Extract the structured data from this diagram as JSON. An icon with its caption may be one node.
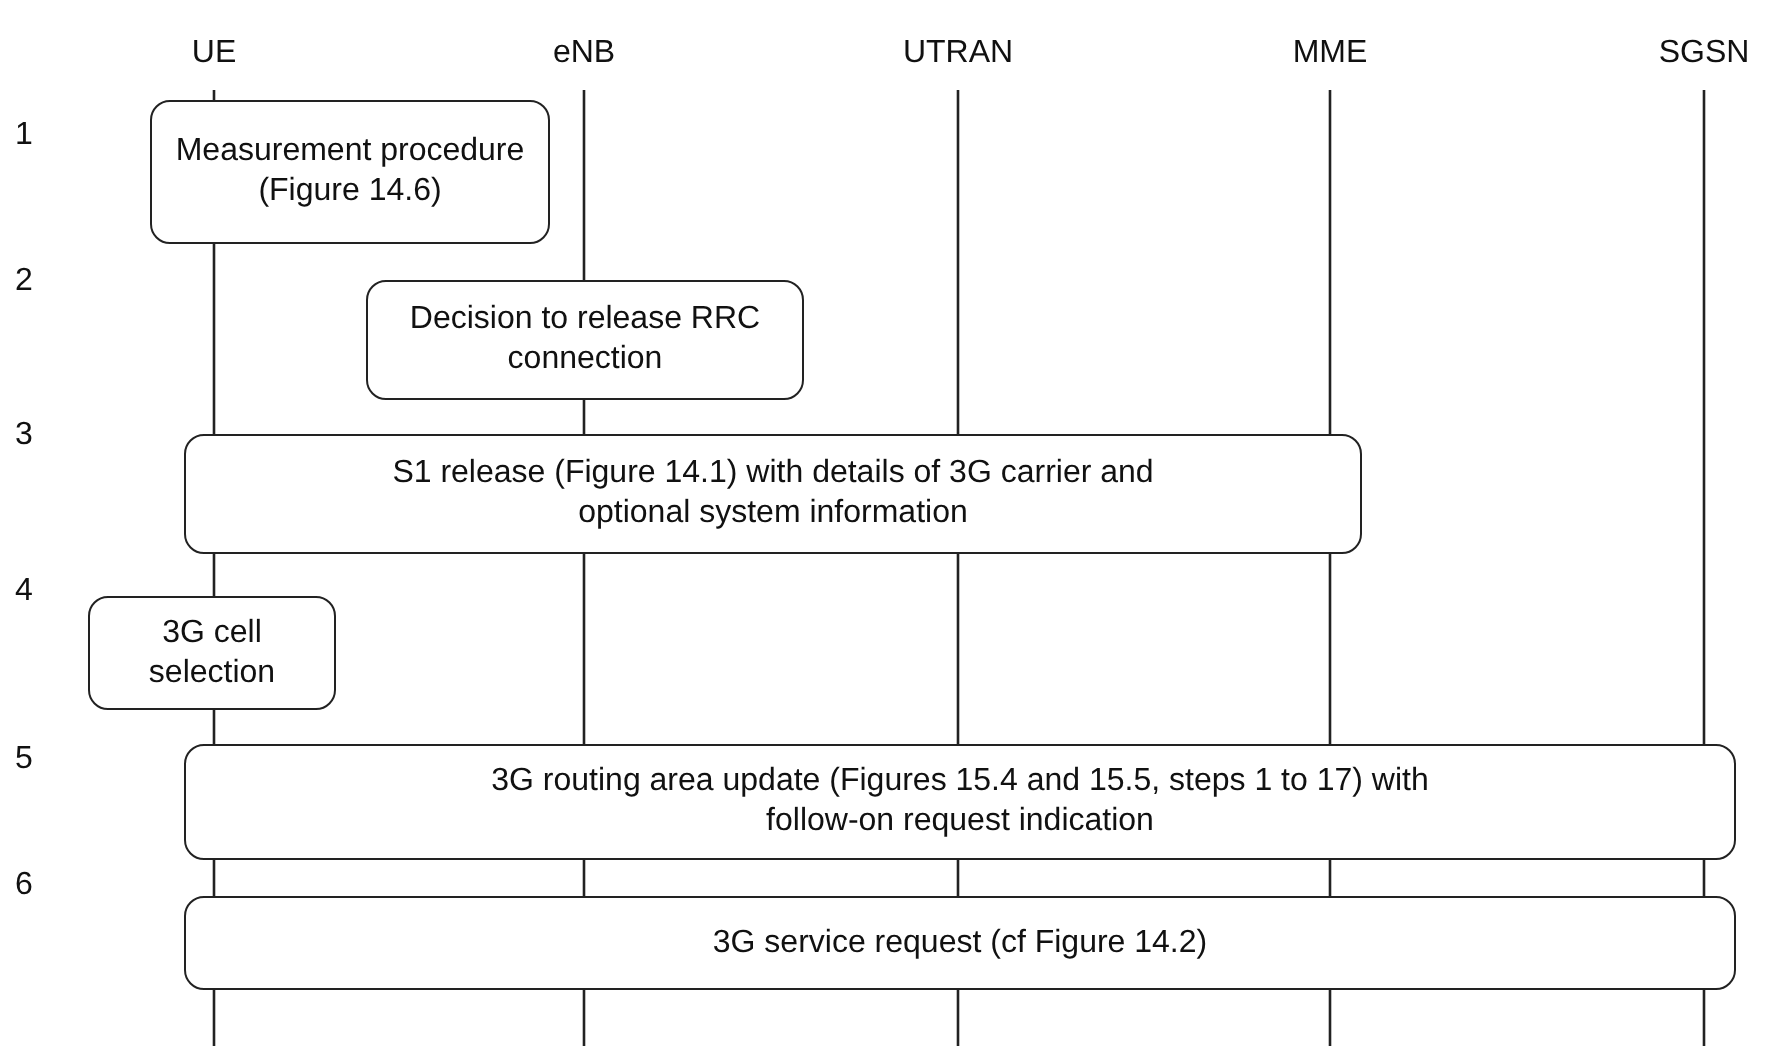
{
  "diagram": {
    "nodes": [
      {
        "text": [
          "Measurement procedure (Figure 14.6)"
        ]
      },
      {
        "text": [
          "Decision to release RRC connection"
        ]
      },
      {
        "text": [
          "S1 release (Figure 14.1) with details of 3G carrier and optional system information"
        ]
      },
      {
        "text": [
          "3G cell selection"
        ]
      },
      {
        "text": [
          "3G routing area update (Figures 15.4 and 15.5, steps 1 to 17) with follow-on request indication"
        ]
      },
      {
        "text": [
          "3G service request (cf Figure 14.2)"
        ]
      }
    ],
    "edges": [],
    "labels": [
      "UE",
      "eNB",
      "UTRAN",
      "MME",
      "SGSN",
      "1",
      "2",
      "3",
      "4",
      "5",
      "6"
    ]
  }
}
